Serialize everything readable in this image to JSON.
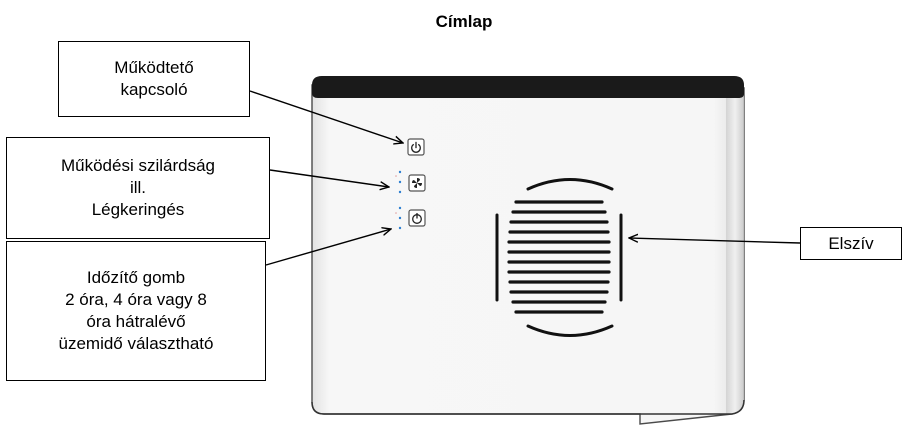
{
  "title": "Címlap",
  "labels": {
    "power": [
      "Működtető",
      "kapcsoló"
    ],
    "speed": [
      "Működési szilárdság",
      "ill.",
      "Légkeringés"
    ],
    "timer": [
      "Időzítő gomb",
      "2 óra, 4 óra vagy 8",
      "óra hátralévő",
      "üzemidő választható"
    ],
    "intake": [
      "Elszív"
    ]
  },
  "colors": {
    "device_top": "#1a1a1a",
    "device_body": "#f4f4f4",
    "indicator": "#2e7fd0"
  },
  "icons": [
    "power-icon",
    "fan-icon",
    "timer-icon"
  ]
}
